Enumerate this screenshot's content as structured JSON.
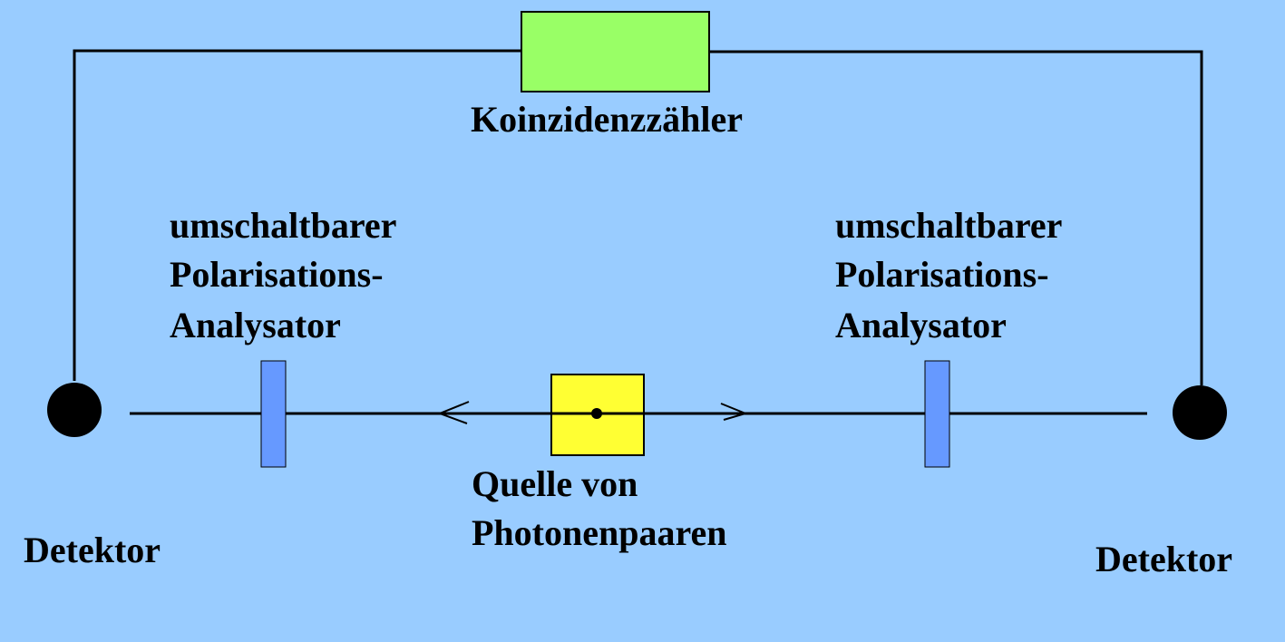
{
  "colors": {
    "background": "#99ccff",
    "counter": "#99ff66",
    "source": "#ffff33",
    "analyzer": "#6699ff",
    "line": "#000000"
  },
  "labels": {
    "counter": "Koinzidenzzähler",
    "left_analyzer": [
      "umschaltbarer",
      "Polarisations-",
      "Analysator"
    ],
    "right_analyzer": [
      "umschaltbarer",
      "Polarisations-",
      "Analysator"
    ],
    "source": [
      "Quelle von",
      "Photonenpaaren"
    ],
    "left_detector": "Detektor",
    "right_detector": "Detektor"
  }
}
